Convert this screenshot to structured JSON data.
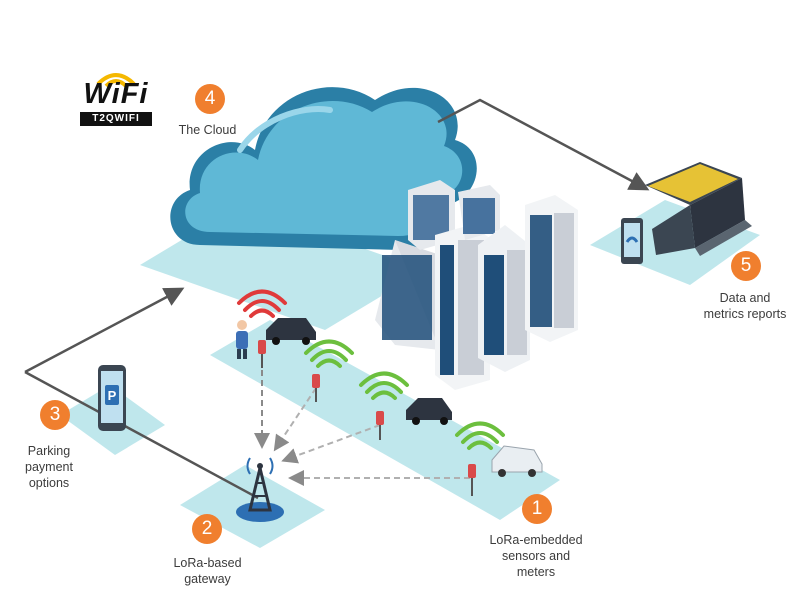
{
  "logo": {
    "word": "WiFi",
    "sub": "T2QWIFI"
  },
  "steps": [
    {
      "number": "1",
      "lines": [
        "LoRa-embedded",
        "sensors and",
        "meters"
      ]
    },
    {
      "number": "2",
      "lines": [
        "LoRa-based",
        "gateway"
      ]
    },
    {
      "number": "3",
      "lines": [
        "Parking",
        "payment",
        "options"
      ]
    },
    {
      "number": "4",
      "lines": [
        "The Cloud"
      ]
    },
    {
      "number": "5",
      "lines": [
        "Data and",
        "metrics reports"
      ]
    }
  ],
  "colors": {
    "accent": "#f07f2e",
    "platform": "#bfe7ec",
    "cloud": "#2b7fa6",
    "cloud_light": "#5fb8d6",
    "wifi_red": "#e03a3a",
    "wifi_green": "#6cbf3e",
    "arrow": "#555555"
  }
}
